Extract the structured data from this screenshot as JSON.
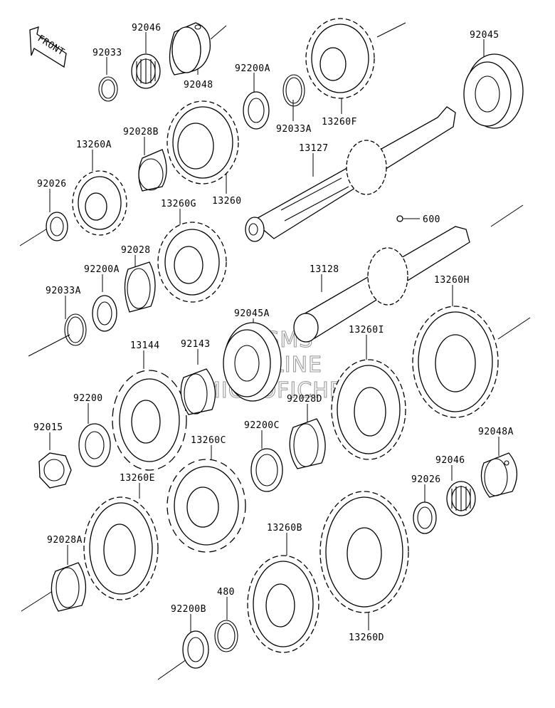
{
  "direction_label": "FRONT",
  "watermark": [
    "HLSMS",
    "ONLINE",
    "MICROFICHE"
  ],
  "parts": {
    "p92046_top": "92046",
    "p92033_top": "92033",
    "p92048": "92048",
    "p92200A_top": "92200A",
    "p92033A_top": "92033A",
    "p13260F": "13260F",
    "p92045": "92045",
    "p13127": "13127",
    "p92028B": "92028B",
    "p13260A": "13260A",
    "p13260": "13260",
    "p92026_left": "92026",
    "p13260G": "13260G",
    "p600": "600",
    "p92028": "92028",
    "p92200A_mid": "92200A",
    "p92033A_mid": "92033A",
    "p13128": "13128",
    "p13260H": "13260H",
    "p92045A": "92045A",
    "p13144": "13144",
    "p92143": "92143",
    "p13260I": "13260I",
    "p92200": "92200",
    "p92028D": "92028D",
    "p92015": "92015",
    "p92200C": "92200C",
    "p13260C": "13260C",
    "p92048A": "92048A",
    "p92046_right": "92046",
    "p92026_right": "92026",
    "p13260E": "13260E",
    "p92028A": "92028A",
    "p13260B": "13260B",
    "p480": "480",
    "p92200B": "92200B",
    "p13260D": "13260D"
  }
}
